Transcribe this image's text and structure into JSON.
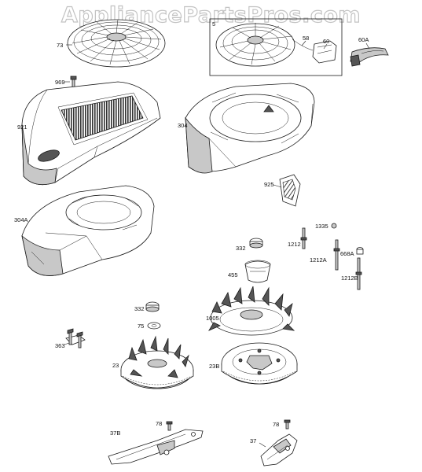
{
  "watermark": "AppliancePartsPros.com",
  "callouts": {
    "c73": "73",
    "c5": "5",
    "c58": "58",
    "c60": "60",
    "c60a": "60A",
    "c969": "969",
    "c921": "921",
    "c304": "304",
    "c925": "925",
    "c304a": "304A",
    "c1335": "1335",
    "c1212": "1212",
    "c332a": "332",
    "c1212a": "1212A",
    "c668a": "668A",
    "c455": "455",
    "c1212b": "1212B",
    "c332b": "332",
    "c1005": "1005",
    "c75": "75",
    "c363": "363",
    "c23": "23",
    "c23b": "23B",
    "c78a": "78",
    "c37b": "37B",
    "c78b": "78",
    "c37": "37"
  },
  "colors": {
    "line": "#1a1a1a",
    "watermark_outline": "#b9b9b9"
  }
}
